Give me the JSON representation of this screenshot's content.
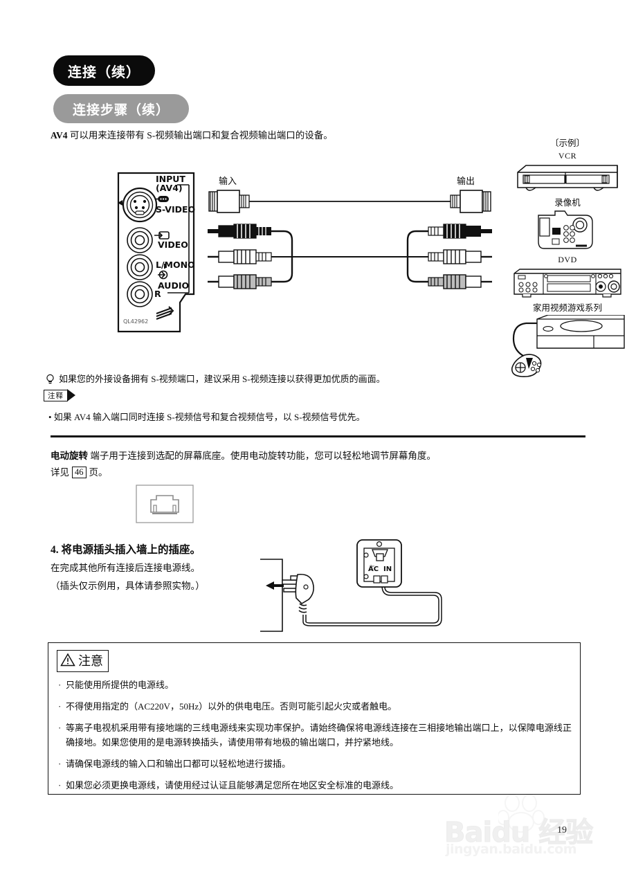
{
  "header": {
    "title": "连接（续）",
    "subtitle": "连接步骤（续）"
  },
  "intro": {
    "bold_prefix": "AV4",
    "text": " 可以用来连接带有 S-视频输出端口和复合视频输出端口的设备。"
  },
  "jack_panel": {
    "input_label_line1": "INPUT",
    "input_label_line2": "(AV4)",
    "svideo_label": "S-VIDEO",
    "video_label": "VIDEO",
    "lmono_label": "L/MONO",
    "audio_label": "AUDIO",
    "r_label": "R",
    "model_code": "QL42962"
  },
  "cable": {
    "input_label": "输入",
    "output_label": "输出",
    "connector_colors": [
      "#111111",
      "#ffffff",
      "#bdbdbd"
    ]
  },
  "devices": {
    "example_label": "〔示例〕",
    "items": [
      {
        "label": "VCR",
        "icon": "vcr-icon",
        "lang": "en"
      },
      {
        "label": "录像机",
        "icon": "camcorder-icon",
        "lang": "zh"
      },
      {
        "label": "DVD",
        "icon": "dvd-player-icon",
        "lang": "en"
      },
      {
        "label": "家用视频游戏系列",
        "icon": "game-console-icon",
        "lang": "zh"
      }
    ]
  },
  "tip": {
    "icon": "lightbulb-icon",
    "text": "如果您的外接设备拥有 S-视频端口，建议采用 S-视频连接以获得更加优质的画面。"
  },
  "note": {
    "badge": "注释",
    "text": "• 如果 AV4 输入端口同时连接 S-视频信号和复合视频信号，以 S-视频信号优先。"
  },
  "swivel": {
    "bold_term": "电动旋转",
    "text": " 端子用于连接到选配的屏幕底座。使用电动旋转功能，您可以轻松地调节屏幕角度。",
    "see_prefix": "详见",
    "page_ref": "46",
    "see_suffix": "页。",
    "port_icon": "modular-jack-icon"
  },
  "step4": {
    "heading": "4. 将电源插头插入墙上的插座。",
    "sub": "在完成其他所有连接后连接电源线。",
    "note": "（插头仅示例用，具体请参照实物。）",
    "ac_label_wave": "～",
    "ac_label_left": "AC",
    "ac_label_right": "IN"
  },
  "caution": {
    "badge_icon": "warning-triangle-icon",
    "badge_text": "注意",
    "bullet": "·",
    "items": [
      "只能使用所提供的电源线。",
      "不得使用指定的（AC220V，50Hz）以外的供电电压。否则可能引起火灾或者触电。",
      "等离子电视机采用带有接地端的三线电源线来实现功率保护。请始终确保将电源线连接在三相接地输出端口上，以保障电源线正确接地。如果您使用的是电源转换插头，请使用带有地极的输出端口，并拧紧地线。",
      "请确保电源线的输入口和输出口都可以轻松地进行拔插。",
      "如果您必须更换电源线，请使用经过认证且能够满足您所在地区安全标准的电源线。"
    ]
  },
  "footer": {
    "watermark_main": "Baidu 经验",
    "watermark_sub": "jingyan.baidu.com",
    "page_number": "19"
  }
}
